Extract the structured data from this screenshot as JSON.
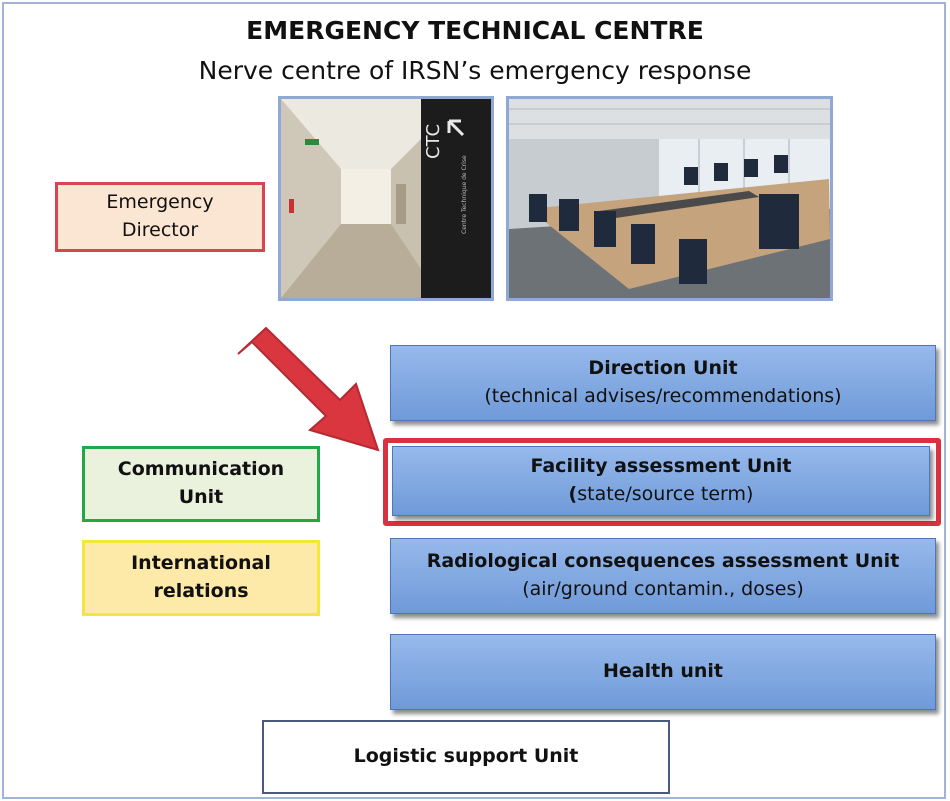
{
  "title": "EMERGENCY TECHNICAL CENTRE",
  "subtitle": "Nerve centre of IRSN’s emergency response",
  "photos": {
    "corridor_sign": "CTC",
    "corridor_sign_small": "Centre Technique de Crise"
  },
  "left_boxes": {
    "emergency_director": {
      "line1": "Emergency",
      "line2": "Director"
    },
    "communication": {
      "line1": "Communication",
      "line2": "Unit"
    },
    "international": {
      "line1": "International",
      "line2": "relations"
    }
  },
  "units": {
    "direction": {
      "name": "Direction Unit",
      "detail": "(technical advises/recommendations)"
    },
    "facility": {
      "name": "Facility assessment Unit",
      "detail_bold": "(",
      "detail": "state/source term)"
    },
    "radiological": {
      "name": "Radiological consequences assessment Unit",
      "detail": "(air/ground contamin., doses)"
    },
    "health": {
      "name": "Health unit"
    }
  },
  "logistic": {
    "name": "Logistic support Unit"
  },
  "colors": {
    "unit_fill": "#7fa6e0",
    "highlight": "#d9313f",
    "arrow": "#d9363f",
    "director_border": "#d9454f",
    "communication_border": "#22a845",
    "international_border": "#f2e73a"
  }
}
